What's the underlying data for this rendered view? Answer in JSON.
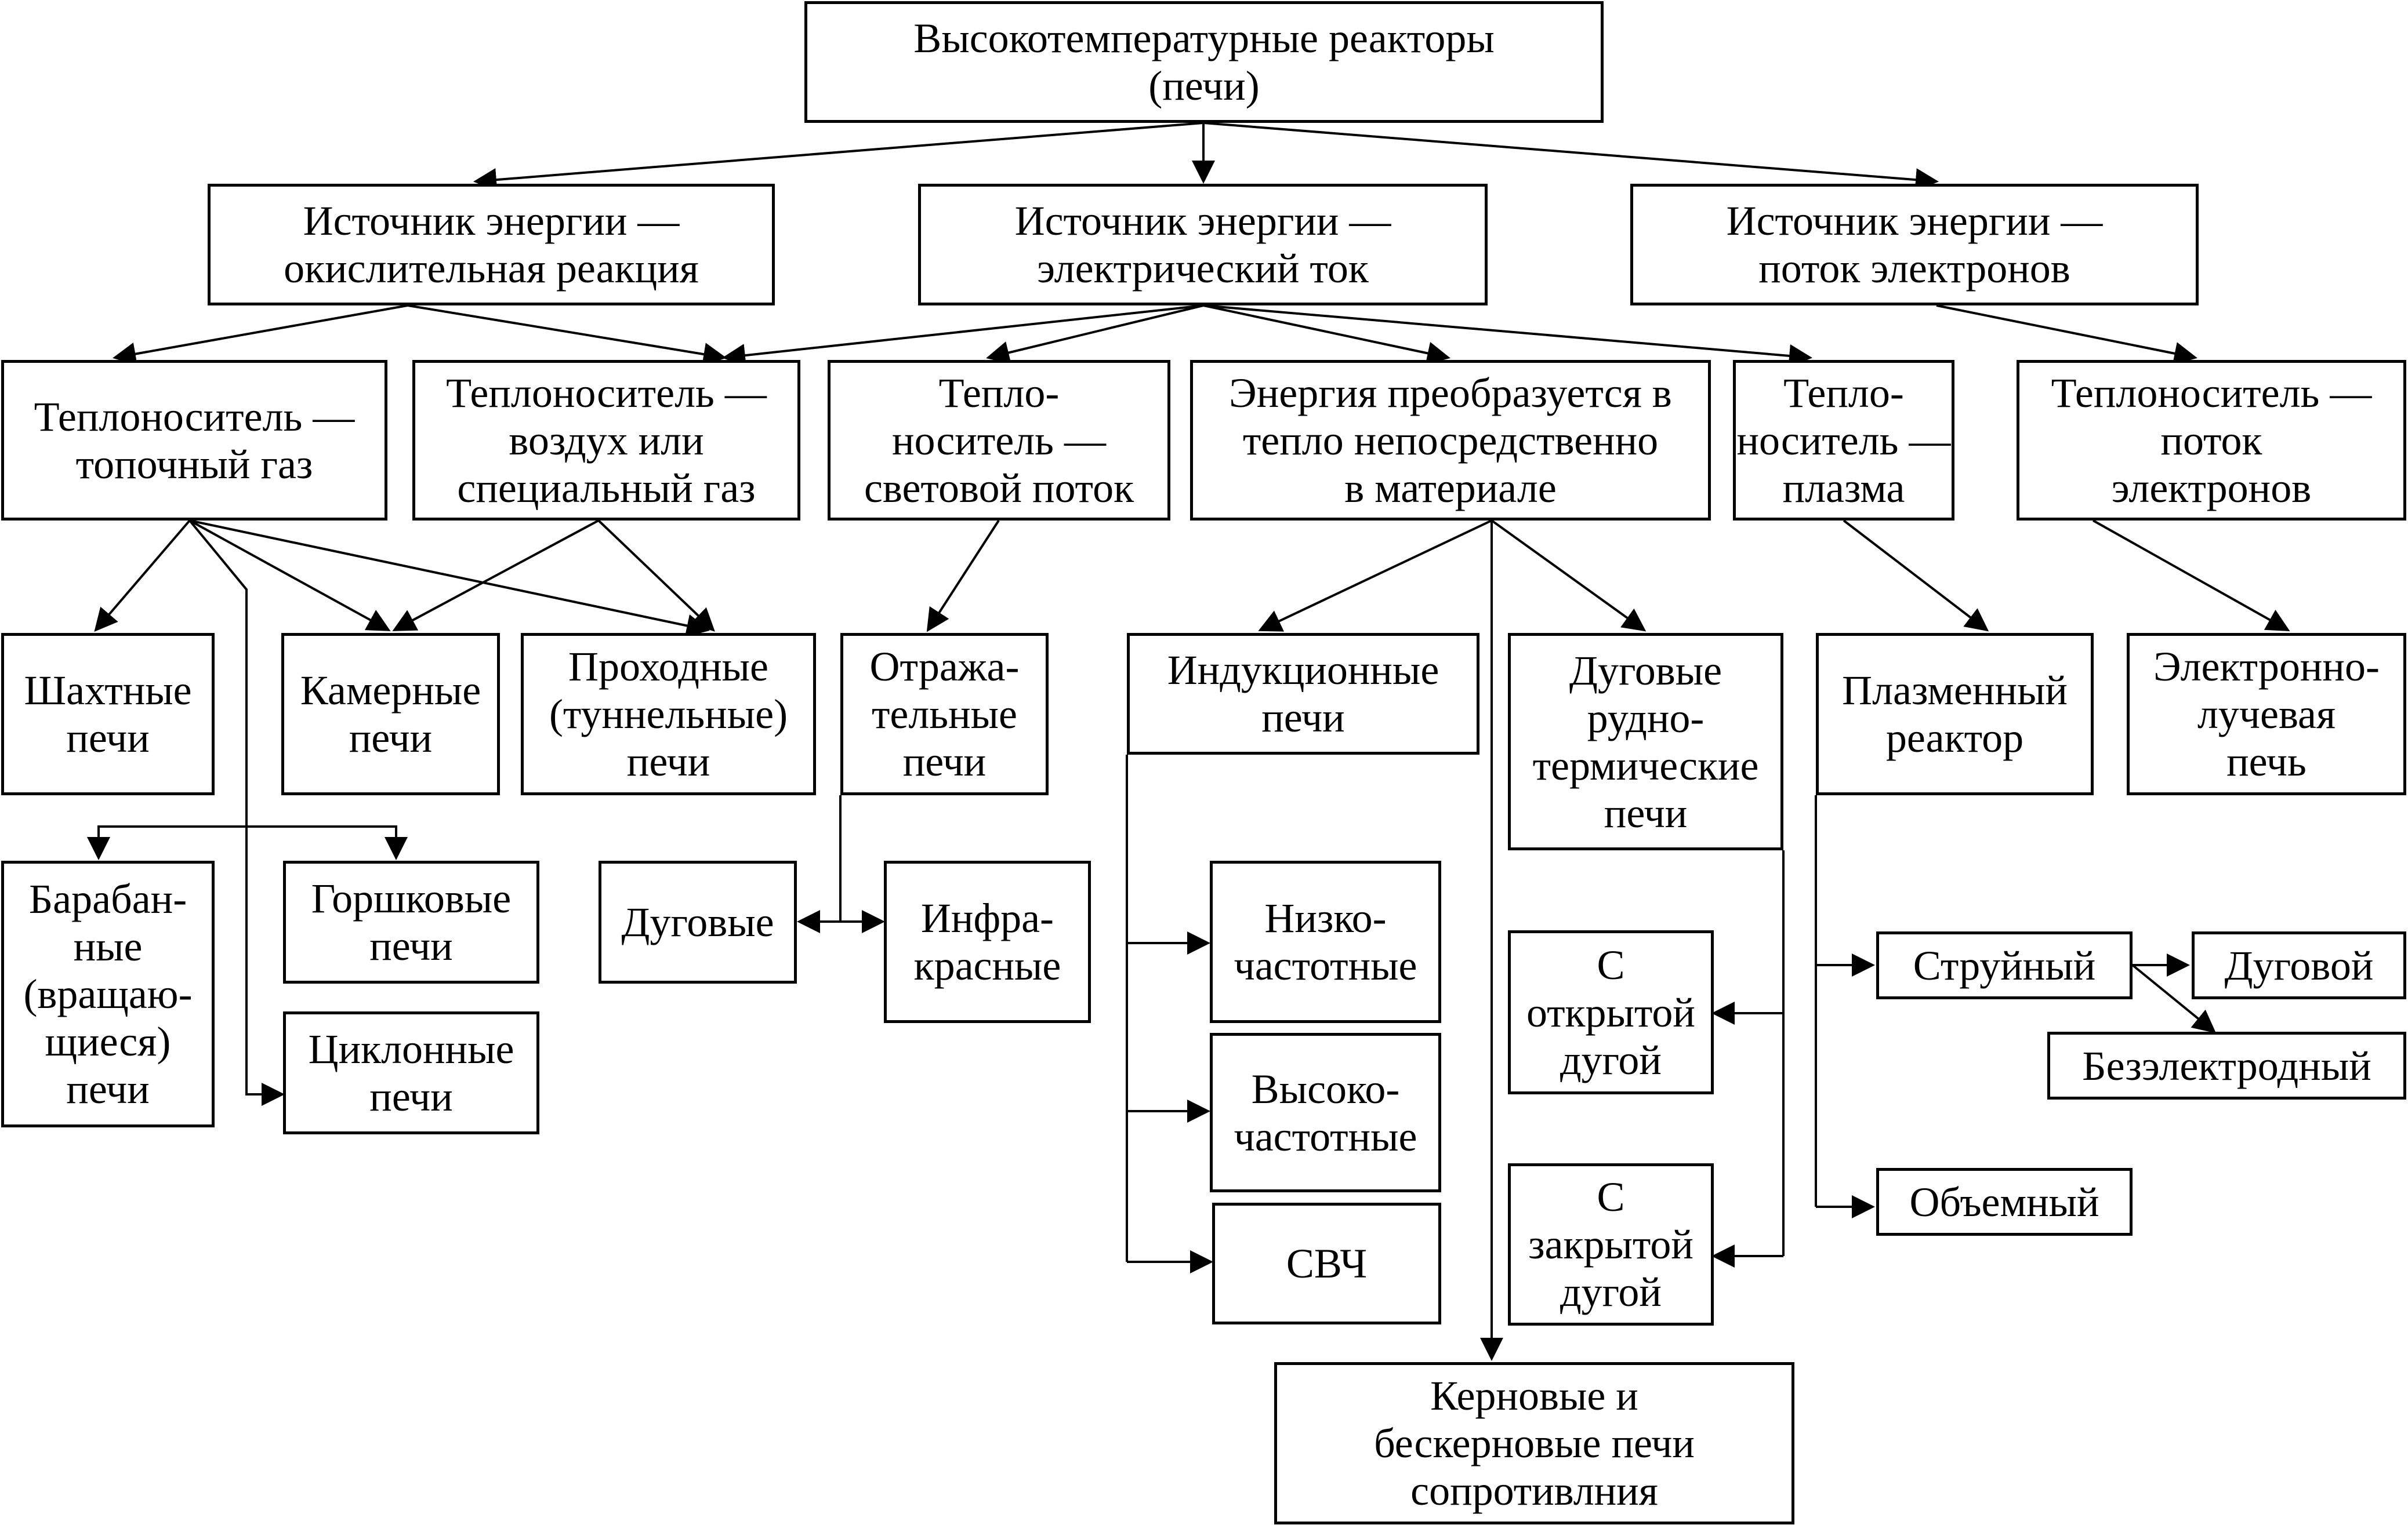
{
  "nodes": {
    "root": "Высокотемпературные реакторы\n(печи)",
    "src_oxid": "Источник энергии —\nокислительная реакция",
    "src_elec": "Источник энергии —\nэлектрический ток",
    "src_beam": "Источник энергии —\nпоток электронов",
    "hc_flue": "Теплоноситель —\nтопочный газ",
    "hc_air": "Теплоноситель —\nвоздух или\nспециальный газ",
    "hc_light": "Тепло-\nноситель —\nсветовой поток",
    "direct": "Энергия преобразуется в\nтепло непосредственно\nв материале",
    "hc_plasma": "Тепло-\nноситель —\nплазма",
    "hc_beam": "Теплоноситель —\nпоток\nэлектронов",
    "shaft": "Шахтные\nпечи",
    "chamber": "Камерные\nпечи",
    "tunnel": "Проходные\n(туннельные)\nпечи",
    "reflect": "Отража-\nтельные\nпечи",
    "induction": "Индукционные\nпечи",
    "arc_ore": "Дуговые\nрудно-\nтермические\nпечи",
    "plasma_reactor": "Плазменный\nреактор",
    "ebeam_furnace": "Электронно-\nлучевая\nпечь",
    "drum": "Барабан-\nные\n(вращаю-\nщиеся)\nпечи",
    "pot": "Горшковые\nпечи",
    "cyclone": "Циклонные\nпечи",
    "arc_lamp": "Дуговые",
    "infrared": "Инфра-\nкрасные",
    "low_freq": "Низко-\nчастотные",
    "high_freq": "Высоко-\nчастотные",
    "microwave": "СВЧ",
    "open_arc": "С\nоткрытой\nдугой",
    "closed_arc": "С\nзакрытой\nдугой",
    "resistance": "Керновые и\nбескерновые печи\nсопротивлния",
    "jet": "Струйный",
    "arc_jet": "Дуговой",
    "electrodeless": "Безэлектродный",
    "volume": "Объемный"
  }
}
